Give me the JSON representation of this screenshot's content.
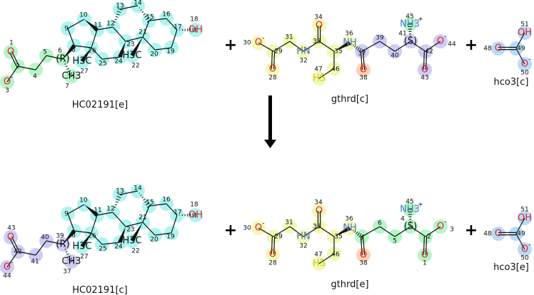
{
  "reaction": {
    "plus": "+",
    "colors": {
      "green": "#b5f5c6",
      "cyan": "#aef4ef",
      "yellow": "#f1f9b4",
      "purple": "#cdcdf6",
      "orange": "#fdd2b4",
      "blue": "#b7dcf9",
      "oxygen": "#e8202a",
      "nitrogen": "#4a78c8",
      "sulfur": "#c8c820",
      "bond": "#111111"
    },
    "reactants": [
      {
        "name": "HC02191[e]",
        "template": "steroid",
        "atoms": [
          {
            "n": "1",
            "t": "O",
            "c": "green"
          },
          {
            "n": "2",
            "t": "",
            "c": "green"
          },
          {
            "n": "3",
            "t": "O",
            "sup": "-",
            "c": "green"
          },
          {
            "n": "4",
            "t": "",
            "c": "green"
          },
          {
            "n": "5",
            "t": "",
            "c": "green"
          },
          {
            "n": "6",
            "t": "(R)",
            "c": "green"
          },
          {
            "n": "7",
            "t": "CH3",
            "c": "green"
          },
          {
            "n": "8",
            "t": "",
            "c": "cyan"
          },
          {
            "n": "9",
            "t": "",
            "c": "cyan"
          },
          {
            "n": "10",
            "t": "",
            "c": "cyan"
          },
          {
            "n": "11",
            "t": "",
            "c": "cyan"
          },
          {
            "n": "12",
            "t": "",
            "c": "cyan"
          },
          {
            "n": "13",
            "t": "",
            "c": "cyan"
          },
          {
            "n": "14",
            "t": "",
            "c": "cyan"
          },
          {
            "n": "15",
            "t": "",
            "c": "cyan"
          },
          {
            "n": "16",
            "t": "",
            "c": "cyan"
          },
          {
            "n": "17",
            "t": "",
            "c": "cyan"
          },
          {
            "n": "18",
            "t": "OH",
            "c": "cyan"
          },
          {
            "n": "19",
            "t": "",
            "c": "cyan"
          },
          {
            "n": "20",
            "t": "",
            "c": "cyan"
          },
          {
            "n": "21",
            "t": "",
            "c": "cyan"
          },
          {
            "n": "22",
            "t": "H3C",
            "c": "cyan"
          },
          {
            "n": "23",
            "t": "",
            "c": "cyan"
          },
          {
            "n": "24",
            "t": "",
            "c": "cyan"
          },
          {
            "n": "25",
            "t": "",
            "c": "cyan"
          },
          {
            "n": "26",
            "t": "",
            "c": "cyan"
          },
          {
            "n": "27",
            "t": "H3C",
            "c": "cyan"
          }
        ]
      },
      {
        "name": "gthrd[c]",
        "template": "glutathione",
        "atoms": [
          {
            "n": "28",
            "t": "O",
            "c": "yellow"
          },
          {
            "n": "29",
            "t": "",
            "c": "yellow"
          },
          {
            "n": "30",
            "t": "O",
            "sup": "-",
            "c": "yellow"
          },
          {
            "n": "31",
            "t": "",
            "c": "yellow"
          },
          {
            "n": "32",
            "t": "HN",
            "c": "yellow"
          },
          {
            "n": "33",
            "t": "",
            "c": "yellow"
          },
          {
            "n": "34",
            "t": "O",
            "c": "yellow"
          },
          {
            "n": "35",
            "t": "",
            "c": "yellow"
          },
          {
            "n": "36",
            "t": "NH",
            "c": "yellow"
          },
          {
            "n": "37",
            "t": "",
            "c": "purple"
          },
          {
            "n": "38",
            "t": "O",
            "c": "orange"
          },
          {
            "n": "39",
            "t": "",
            "c": "purple"
          },
          {
            "n": "40",
            "t": "",
            "c": "purple"
          },
          {
            "n": "41",
            "t": "(S)",
            "c": "purple"
          },
          {
            "n": "42",
            "t": "",
            "c": "purple"
          },
          {
            "n": "43",
            "t": "O",
            "c": "purple"
          },
          {
            "n": "44",
            "t": "O",
            "sup": "-",
            "c": "purple"
          },
          {
            "n": "45",
            "t": "NH3",
            "sup": "+",
            "c": "green"
          },
          {
            "n": "46",
            "t": "",
            "c": "yellow"
          },
          {
            "n": "47",
            "t": "HS",
            "c": "yellow"
          }
        ]
      },
      {
        "name": "hco3[c]",
        "template": "bicarbonate",
        "atoms": [
          {
            "n": "48",
            "t": "O",
            "c": "blue"
          },
          {
            "n": "49",
            "t": "",
            "c": "blue"
          },
          {
            "n": "50",
            "t": "O",
            "sup": "-",
            "c": "blue"
          },
          {
            "n": "51",
            "t": "OH",
            "c": "blue"
          }
        ]
      }
    ],
    "products": [
      {
        "name": "HC02191[c]",
        "template": "steroid",
        "atoms": [
          {
            "n": "43",
            "t": "O",
            "c": "purple"
          },
          {
            "n": "42",
            "t": "",
            "c": "purple"
          },
          {
            "n": "44",
            "t": "O",
            "sup": "-",
            "c": "purple"
          },
          {
            "n": "41",
            "t": "",
            "c": "purple"
          },
          {
            "n": "40",
            "t": "",
            "c": "purple"
          },
          {
            "n": "39",
            "t": "(R)",
            "c": "purple"
          },
          {
            "n": "37",
            "t": "CH3",
            "c": "purple"
          },
          {
            "n": "8",
            "t": "",
            "c": "cyan"
          },
          {
            "n": "9",
            "t": "",
            "c": "cyan"
          },
          {
            "n": "10",
            "t": "",
            "c": "cyan"
          },
          {
            "n": "11",
            "t": "",
            "c": "cyan"
          },
          {
            "n": "12",
            "t": "",
            "c": "cyan"
          },
          {
            "n": "13",
            "t": "",
            "c": "cyan"
          },
          {
            "n": "14",
            "t": "",
            "c": "cyan"
          },
          {
            "n": "15",
            "t": "",
            "c": "cyan"
          },
          {
            "n": "16",
            "t": "",
            "c": "cyan"
          },
          {
            "n": "17",
            "t": "",
            "c": "cyan"
          },
          {
            "n": "18",
            "t": "OH",
            "c": "cyan"
          },
          {
            "n": "19",
            "t": "",
            "c": "cyan"
          },
          {
            "n": "20",
            "t": "",
            "c": "cyan"
          },
          {
            "n": "21",
            "t": "",
            "c": "cyan"
          },
          {
            "n": "22",
            "t": "H3C",
            "c": "cyan"
          },
          {
            "n": "23",
            "t": "",
            "c": "cyan"
          },
          {
            "n": "24",
            "t": "",
            "c": "cyan"
          },
          {
            "n": "25",
            "t": "",
            "c": "cyan"
          },
          {
            "n": "26",
            "t": "",
            "c": "cyan"
          },
          {
            "n": "27",
            "t": "H3C",
            "c": "cyan"
          }
        ]
      },
      {
        "name": "gthrd[e]",
        "template": "glutathione",
        "atoms": [
          {
            "n": "28",
            "t": "O",
            "c": "yellow"
          },
          {
            "n": "29",
            "t": "",
            "c": "yellow"
          },
          {
            "n": "30",
            "t": "O",
            "sup": "-",
            "c": "yellow"
          },
          {
            "n": "31",
            "t": "",
            "c": "yellow"
          },
          {
            "n": "32",
            "t": "HN",
            "c": "yellow"
          },
          {
            "n": "33",
            "t": "",
            "c": "yellow"
          },
          {
            "n": "34",
            "t": "O",
            "c": "yellow"
          },
          {
            "n": "35",
            "t": "",
            "c": "yellow"
          },
          {
            "n": "36",
            "t": "NH",
            "c": "yellow"
          },
          {
            "n": "7",
            "t": "",
            "c": "green"
          },
          {
            "n": "38",
            "t": "O",
            "c": "orange"
          },
          {
            "n": "6",
            "t": "",
            "c": "green"
          },
          {
            "n": "5",
            "t": "",
            "c": "green"
          },
          {
            "n": "4",
            "t": "(S)",
            "c": "green"
          },
          {
            "n": "2",
            "t": "",
            "c": "green"
          },
          {
            "n": "1",
            "t": "O",
            "c": "green"
          },
          {
            "n": "3",
            "t": "O",
            "sup": "-",
            "c": "green"
          },
          {
            "n": "45",
            "t": "NH3",
            "sup": "+",
            "c": "green"
          },
          {
            "n": "46",
            "t": "",
            "c": "yellow"
          },
          {
            "n": "47",
            "t": "HS",
            "c": "yellow"
          }
        ]
      },
      {
        "name": "hco3[e]",
        "template": "bicarbonate",
        "atoms": [
          {
            "n": "48",
            "t": "O",
            "c": "blue"
          },
          {
            "n": "49",
            "t": "",
            "c": "blue"
          },
          {
            "n": "50",
            "t": "O",
            "sup": "-",
            "c": "blue"
          },
          {
            "n": "51",
            "t": "OH",
            "c": "blue"
          }
        ]
      }
    ]
  }
}
